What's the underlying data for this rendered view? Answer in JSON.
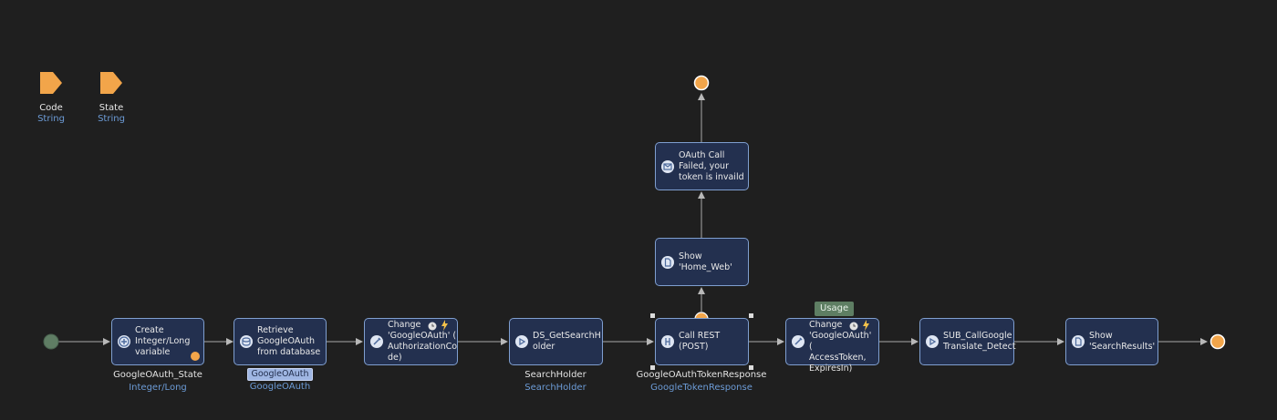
{
  "parameters": [
    {
      "name": "Code",
      "type": "String"
    },
    {
      "name": "State",
      "type": "String"
    }
  ],
  "actions": [
    {
      "id": "create-variable",
      "label": "Create\nInteger/Long\nvariable",
      "icon": "create-variable-icon"
    },
    {
      "id": "retrieve-googleoauth",
      "label": "Retrieve\nGoogleOAuth\nfrom database",
      "icon": "retrieve-database-icon"
    },
    {
      "id": "change-googleoauth-1",
      "label": "Change\n'GoogleOAuth' (\nAuthorizationCo\nde)",
      "icon": "change-object-icon"
    },
    {
      "id": "ds-getsearchholder",
      "label": "DS_GetSearchH\nolder",
      "icon": "microflow-call-icon"
    },
    {
      "id": "call-rest",
      "label": "Call REST (POST)",
      "icon": "rest-call-icon"
    },
    {
      "id": "change-googleoauth-2",
      "label": "Change\n'GoogleOAuth' (\nAccessToken,\nExpiresIn)",
      "icon": "change-object-icon"
    },
    {
      "id": "sub-callgoogle",
      "label": "SUB_CallGoogle\nTranslate_Detect",
      "icon": "microflow-call-icon"
    },
    {
      "id": "show-searchresults",
      "label": "Show\n'SearchResults'",
      "icon": "show-page-icon"
    },
    {
      "id": "show-home-web",
      "label": "Show\n'Home_Web'",
      "icon": "show-page-icon"
    },
    {
      "id": "oauth-call-failed",
      "label": "OAuth Call\nFailed, your\ntoken is invaild",
      "icon": "show-message-icon"
    }
  ],
  "variables": [
    {
      "name": "GoogleOAuth_State",
      "type": "Integer/Long"
    },
    {
      "name": "GoogleOAuth",
      "type": "GoogleOAuth"
    },
    {
      "name": "SearchHolder",
      "type": "SearchHolder"
    },
    {
      "name": "GoogleOAuthTokenResponse",
      "type": "GoogleTokenResponse"
    }
  ],
  "usage_label": "Usage",
  "colors": {
    "background": "#1f1f1f",
    "activity_fill": "#23304f",
    "activity_border": "#7f9fd0",
    "start_event": "#5f7d64",
    "end_event": "#f2a54a",
    "parameter": "#f2a54a",
    "connector": "#a9a9a9",
    "type_text": "#6c9bd6"
  }
}
